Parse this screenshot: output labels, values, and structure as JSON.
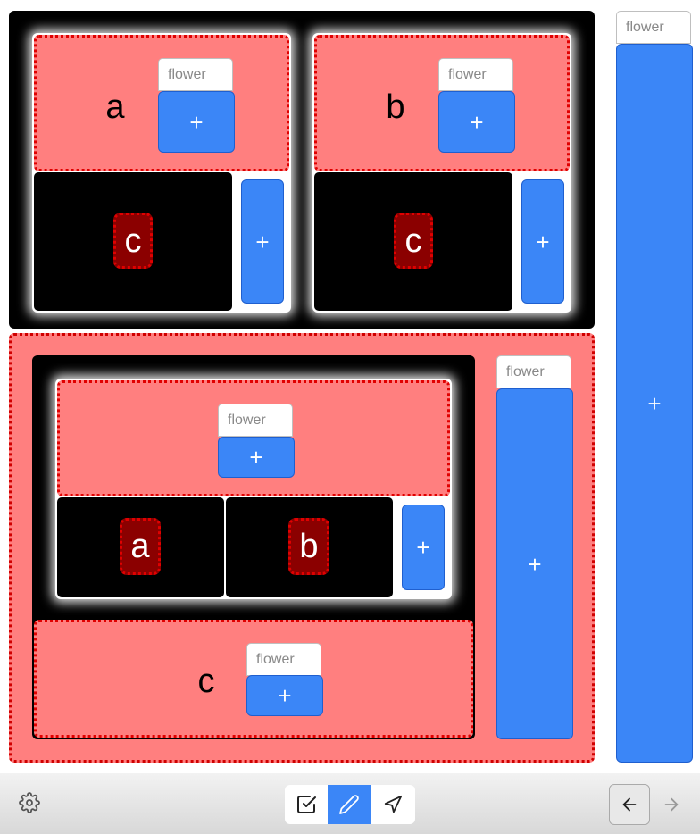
{
  "placeholder": "flower",
  "plus": "+",
  "letters": {
    "a": "a",
    "b": "b",
    "c": "c"
  },
  "toolbar": {
    "settings_icon": "gear-icon",
    "tools": [
      "checkbox-icon",
      "pencil-icon",
      "send-arrow-icon"
    ],
    "active_tool": "pencil-icon",
    "back_icon": "arrow-left-icon",
    "forward_icon": "arrow-right-icon"
  },
  "colors": {
    "accent": "#3b86f7",
    "zone": "#ff7f7f",
    "zone_border": "#e00000",
    "chip": "#8b0000",
    "panel": "#000000"
  }
}
